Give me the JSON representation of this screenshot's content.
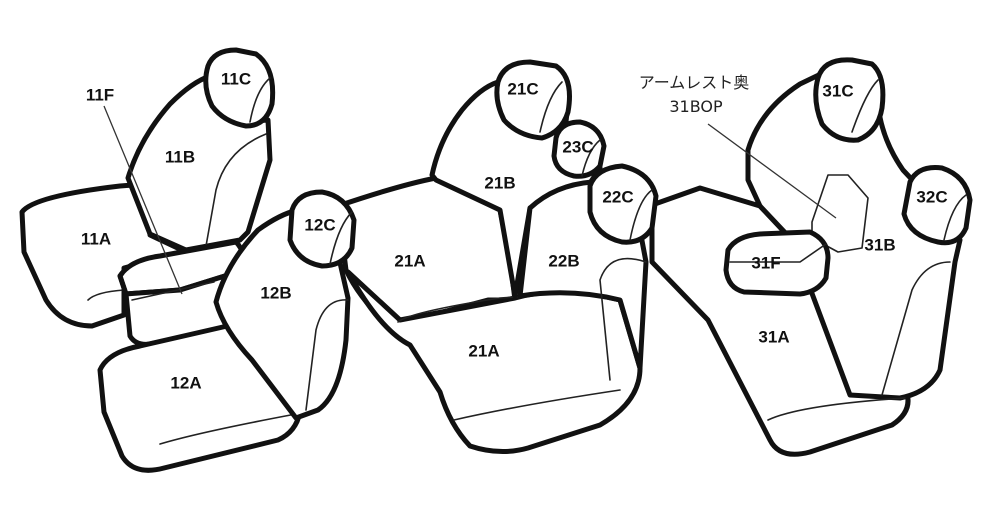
{
  "labels": {
    "11C": "11C",
    "11F": "11F",
    "11B": "11B",
    "11A": "11A",
    "12C": "12C",
    "12B": "12B",
    "12A": "12A",
    "21C": "21C",
    "23C": "23C",
    "22C": "22C",
    "21B": "21B",
    "22B": "22B",
    "21A_back": "21A",
    "21A_seat": "21A",
    "31C": "31C",
    "32C": "32C",
    "31B": "31B",
    "31F": "31F",
    "31A": "31A"
  },
  "annotation": {
    "line1": "アームレスト奥",
    "line2": "31BOP"
  },
  "colors": {
    "outline": "#111111",
    "fill": "#ffffff"
  }
}
